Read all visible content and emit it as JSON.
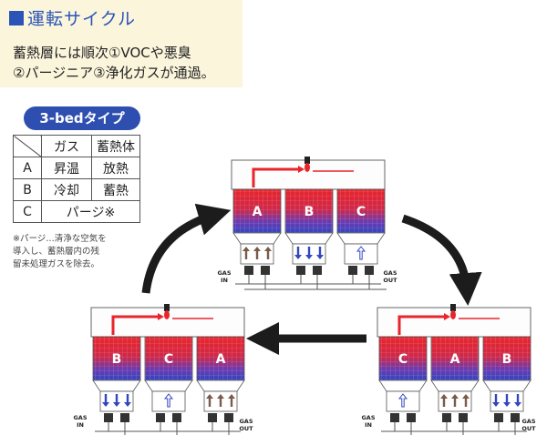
{
  "title": "運転サイクル",
  "description": [
    "蓄熱層には順次①VOCや悪臭",
    "②パージニア③浄化ガスが通過。"
  ],
  "badge": "3-bedタイプ",
  "table": {
    "headers": [
      "ガス",
      "蓄熱体"
    ],
    "rows": [
      {
        "bed": "A",
        "gas": "昇温",
        "heat": "放熱"
      },
      {
        "bed": "B",
        "gas": "冷却",
        "heat": "蓄熱"
      },
      {
        "bed": "C",
        "merged": "パージ※"
      }
    ]
  },
  "note": [
    "※パージ…清浄な空気を",
    "導入し、蓄熱層内の残",
    "留未処理ガスを除去。"
  ],
  "gas_in": [
    "GAS",
    "IN"
  ],
  "gas_out": [
    "GAS",
    "OUT"
  ],
  "colors": {
    "red": "#e8252c",
    "blue": "#3346c0",
    "brown": "#7a5a4a",
    "arrow": "#1c1c1c",
    "header_bg": "#fbf5dc",
    "title": "#2a54b8"
  },
  "units": [
    {
      "name": "top",
      "chambers": [
        {
          "label": "A",
          "flow": "up",
          "color": "brown"
        },
        {
          "label": "B",
          "flow": "down",
          "color": "blue"
        },
        {
          "label": "C",
          "flow": "up",
          "color": "outline"
        }
      ]
    },
    {
      "name": "right",
      "chambers": [
        {
          "label": "C",
          "flow": "up",
          "color": "outline"
        },
        {
          "label": "A",
          "flow": "up",
          "color": "brown"
        },
        {
          "label": "B",
          "flow": "down",
          "color": "blue"
        }
      ]
    },
    {
      "name": "left",
      "chambers": [
        {
          "label": "B",
          "flow": "down",
          "color": "blue"
        },
        {
          "label": "C",
          "flow": "up",
          "color": "outline"
        },
        {
          "label": "A",
          "flow": "up",
          "color": "brown"
        }
      ]
    }
  ]
}
